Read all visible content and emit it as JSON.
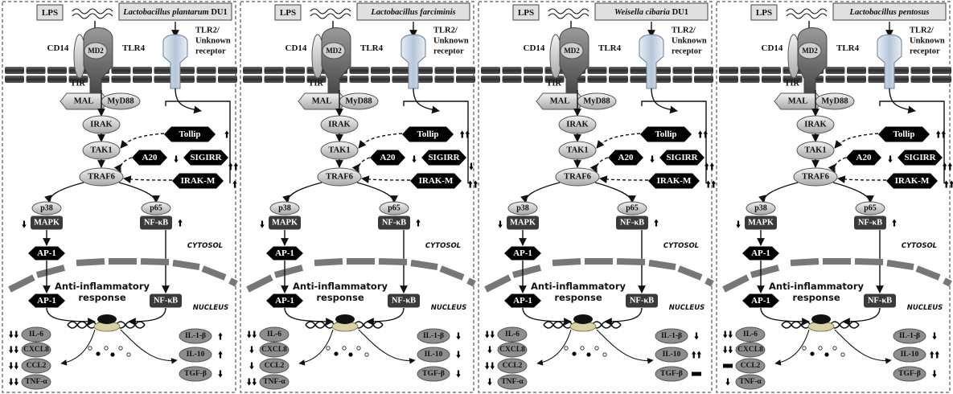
{
  "colors": {
    "black_node": "#000000",
    "dark_node": "#3a3a3a",
    "gray_node": "#8e8e8e",
    "light_node": "#d6d6d6",
    "membrane": "#3c3c3c",
    "receptor": "#c6d4e3",
    "box_fill": "#e0e0e0"
  },
  "labels": {
    "lps": "LPS",
    "cd14": "CD14",
    "md2": "MD2",
    "tlr4": "TLR4",
    "tlr2_line1": "TLR2/",
    "tlr2_line2": "Unknown",
    "tlr2_line3": "receptor",
    "tir": "TIR",
    "mal": "MAL",
    "myd88": "MyD88",
    "irak": "IRAK",
    "tak1": "TAK1",
    "traf6": "TRAF6",
    "tollip": "Tollip",
    "a20": "A20",
    "sigirr": "SIGIRR",
    "irakm": "IRAK-M",
    "p38": "p38",
    "mapk": "MAPK",
    "p65": "p65",
    "nfkb": "NF-κB",
    "cytosol": "CYTOSOL",
    "ap1": "AP-1",
    "anti_line1": "Anti-inflammatory",
    "anti_line2": "response",
    "nucleus": "NUCLEUS",
    "il6": "IL-6",
    "cxcl8": "CXCL8",
    "ccl2": "CCL2",
    "tnfa": "TNF-α",
    "il1b": "IL-1-β",
    "il10": "IL-10",
    "tgfb": "TGF-β"
  },
  "panels": [
    {
      "bacterium": "Lactobacillus plantarum",
      "strain": "DU1",
      "reg": {
        "tollip": "up",
        "sigirr": "up2",
        "a20": "down",
        "irakm": "up",
        "mapk": "down",
        "nfkb": "up",
        "il6": "down2",
        "cxcl8": "down2",
        "ccl2": "down2",
        "tnfa": "down2",
        "il1b": "up",
        "il10": "up",
        "tgfb": "down"
      }
    },
    {
      "bacterium": "Lactobacillus farciminis",
      "strain": "",
      "reg": {
        "tollip": "up2",
        "sigirr": "down",
        "a20": "down",
        "irakm": "up2",
        "mapk": "down",
        "nfkb": "up",
        "il6": "down2",
        "cxcl8": "down",
        "ccl2": "down",
        "tnfa": "down2",
        "il1b": "down",
        "il10": "down",
        "tgfb": "down"
      }
    },
    {
      "bacterium": "Weisella cibaria",
      "strain": "DU1",
      "reg": {
        "tollip": "up2",
        "sigirr": "up2",
        "a20": "down",
        "irakm": "up2",
        "mapk": "down",
        "nfkb": "up",
        "il6": "down2",
        "cxcl8": "down",
        "ccl2": "down2",
        "tnfa": "down",
        "il1b": "down",
        "il10": "up2",
        "tgfb": "none"
      }
    },
    {
      "bacterium": "Lactobacillus pentosus",
      "strain": "",
      "reg": {
        "tollip": "up2",
        "sigirr": "up2",
        "a20": "down",
        "irakm": "up2",
        "mapk": "down",
        "nfkb": "up",
        "il6": "down2",
        "cxcl8": "down2",
        "ccl2": "none",
        "tnfa": "down",
        "il1b": "down",
        "il10": "up2",
        "tgfb": "down"
      }
    }
  ]
}
